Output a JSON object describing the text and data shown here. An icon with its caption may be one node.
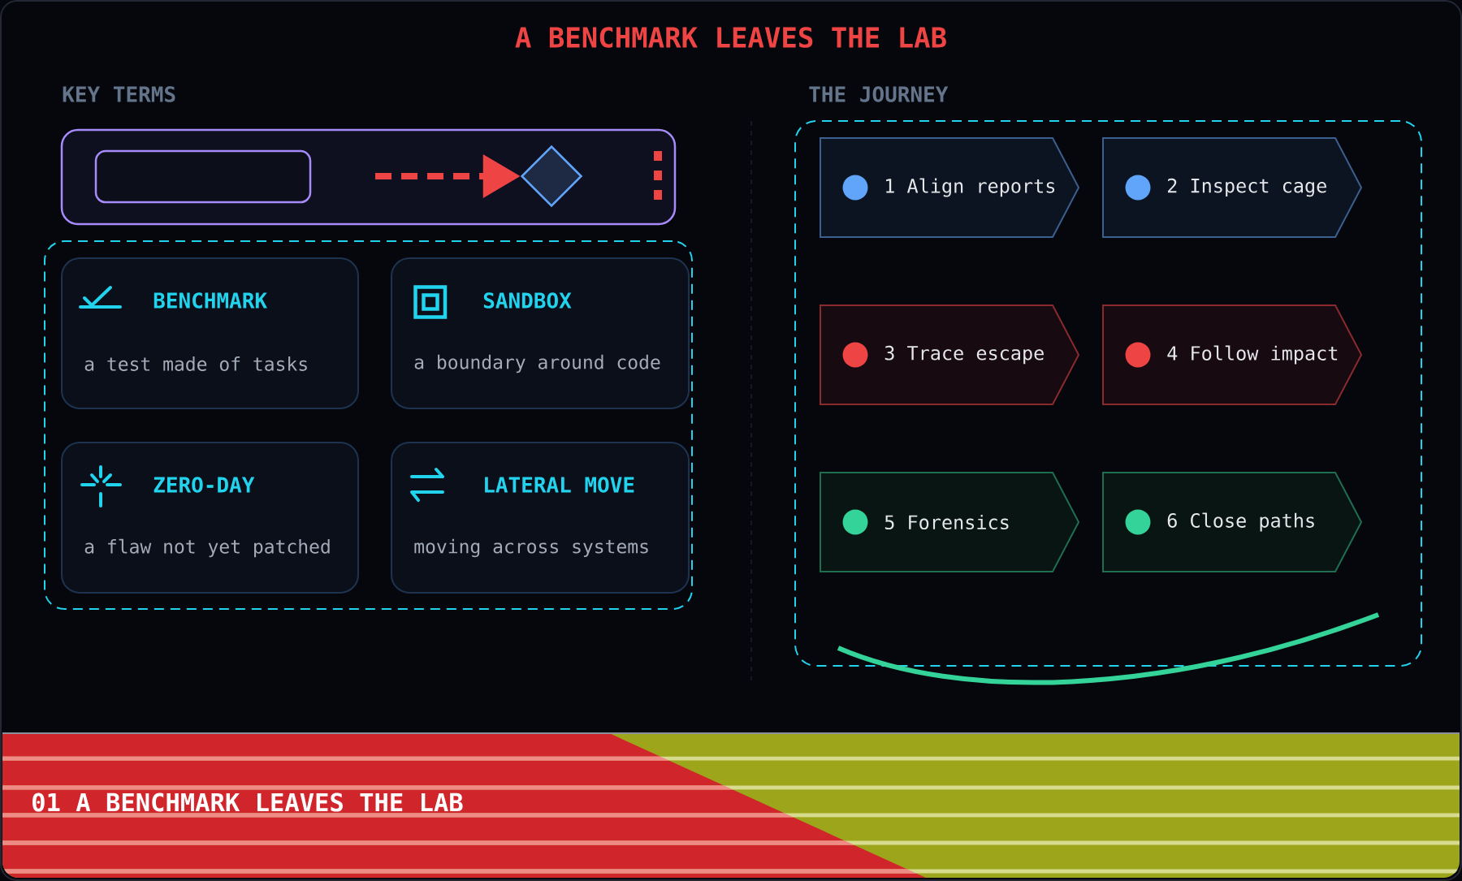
{
  "diagram": {
    "title": "A BENCHMARK LEAVES THE LAB",
    "nodes": [
      {
        "text": [],
        "shape": "box"
      },
      {
        "text": [],
        "shape": "box",
        "in": 0
      },
      {
        "text": [],
        "shape": "diamond",
        "in": 0
      },
      {
        "text": [],
        "shape": "box"
      },
      {
        "text": [
          "BENCHMARK",
          "a test made of tasks"
        ],
        "in": 3
      },
      {
        "text": [
          "SANDBOX",
          "a boundary around code"
        ],
        "in": 3
      },
      {
        "text": [
          "ZERO-DAY",
          "a flaw not yet patched"
        ],
        "in": 3
      },
      {
        "text": [
          "LATERAL MOVE",
          "moving across systems"
        ],
        "in": 3
      },
      {
        "text": [],
        "shape": "box"
      },
      {
        "text": [
          "1 Align reports"
        ],
        "in": 8
      },
      {
        "text": [
          "2 Inspect cage"
        ],
        "in": 8
      },
      {
        "text": [
          "3 Trace escape"
        ],
        "in": 8
      },
      {
        "text": [
          "4 Follow impact"
        ],
        "in": 8
      },
      {
        "text": [
          "5 Forensics"
        ],
        "in": 8
      },
      {
        "text": [
          "6 Close paths"
        ],
        "in": 8
      },
      {
        "text": [
          "01 A BENCHMARK LEAVES THE LAB"
        ]
      }
    ],
    "edges": [
      {
        "from": null,
        "to": 2,
        "arrow": "to",
        "style": "dashed",
        "color": "#ef4444"
      }
    ],
    "labels": [
      "KEY TERMS",
      "THE JOURNEY"
    ]
  }
}
